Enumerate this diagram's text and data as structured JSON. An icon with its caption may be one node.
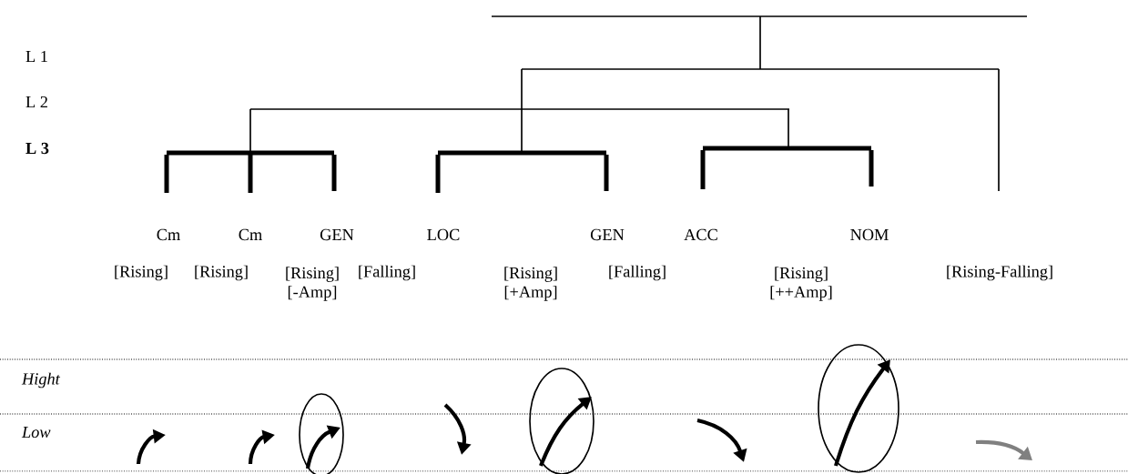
{
  "diagram": {
    "labels": [
      "L 1",
      "L 2",
      "L 3",
      "Cm",
      "Cm",
      "GEN",
      "LOC",
      "GEN",
      "ACC",
      "NOM",
      "[Rising]",
      "[Rising]",
      "[Rising] [-Amp]",
      "[Falling]",
      "[Rising] [+Amp]",
      "[Falling]",
      "[Rising] [++Amp]",
      "[Rising-Falling]",
      "Hight",
      "Low"
    ]
  }
}
